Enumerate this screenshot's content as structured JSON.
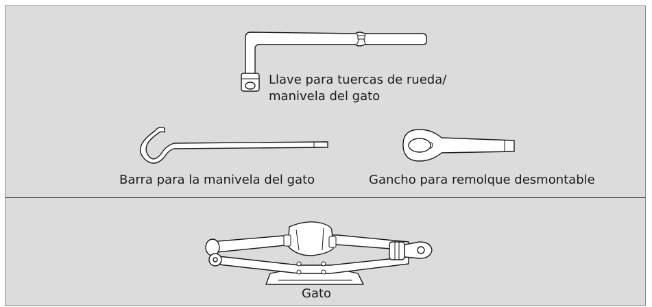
{
  "labels": {
    "wrench": "Llave para tuercas de rueda/",
    "wrench_line2": "manivela del gato",
    "jack_handle_bar": "Barra para la manivela del gato",
    "towing_hook": "Gancho para remolque desmontable",
    "jack": "Gato"
  },
  "colors": {
    "panel_background": "#dcdcdc",
    "line_art": "#1a1a1a"
  }
}
